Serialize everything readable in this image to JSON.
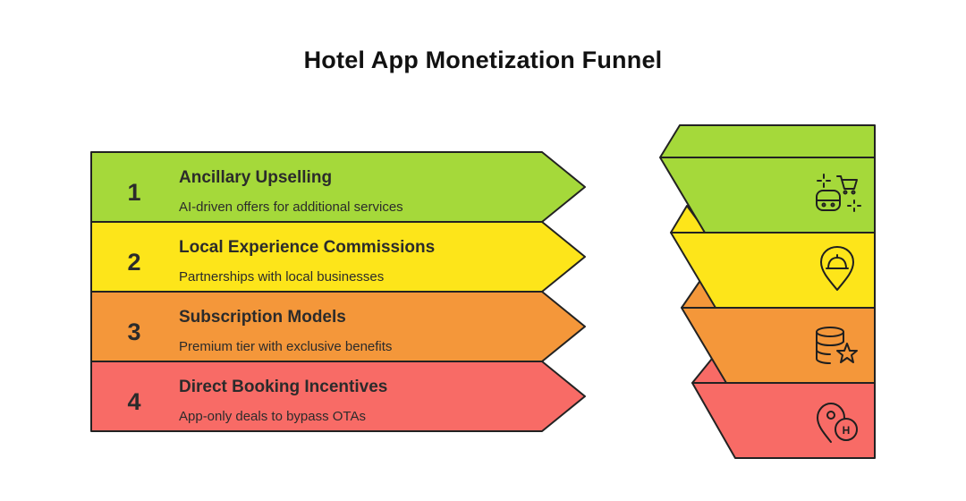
{
  "title": "Hotel App Monetization Funnel",
  "steps": [
    {
      "number": "1",
      "title": "Ancillary Upselling",
      "description": "AI-driven offers for additional services",
      "color": "#a5d93a",
      "icon": "ai-shopping-cart-icon"
    },
    {
      "number": "2",
      "title": "Local Experience Commissions",
      "description": "Partnerships with local businesses",
      "color": "#fde51a",
      "icon": "location-service-bell-icon"
    },
    {
      "number": "3",
      "title": "Subscription Models",
      "description": "Premium tier with exclusive benefits",
      "color": "#f4973a",
      "icon": "database-star-icon"
    },
    {
      "number": "4",
      "title": "Direct Booking Incentives",
      "description": "App-only deals to bypass OTAs",
      "color": "#f86b66",
      "icon": "hotel-location-pin-icon"
    }
  ]
}
